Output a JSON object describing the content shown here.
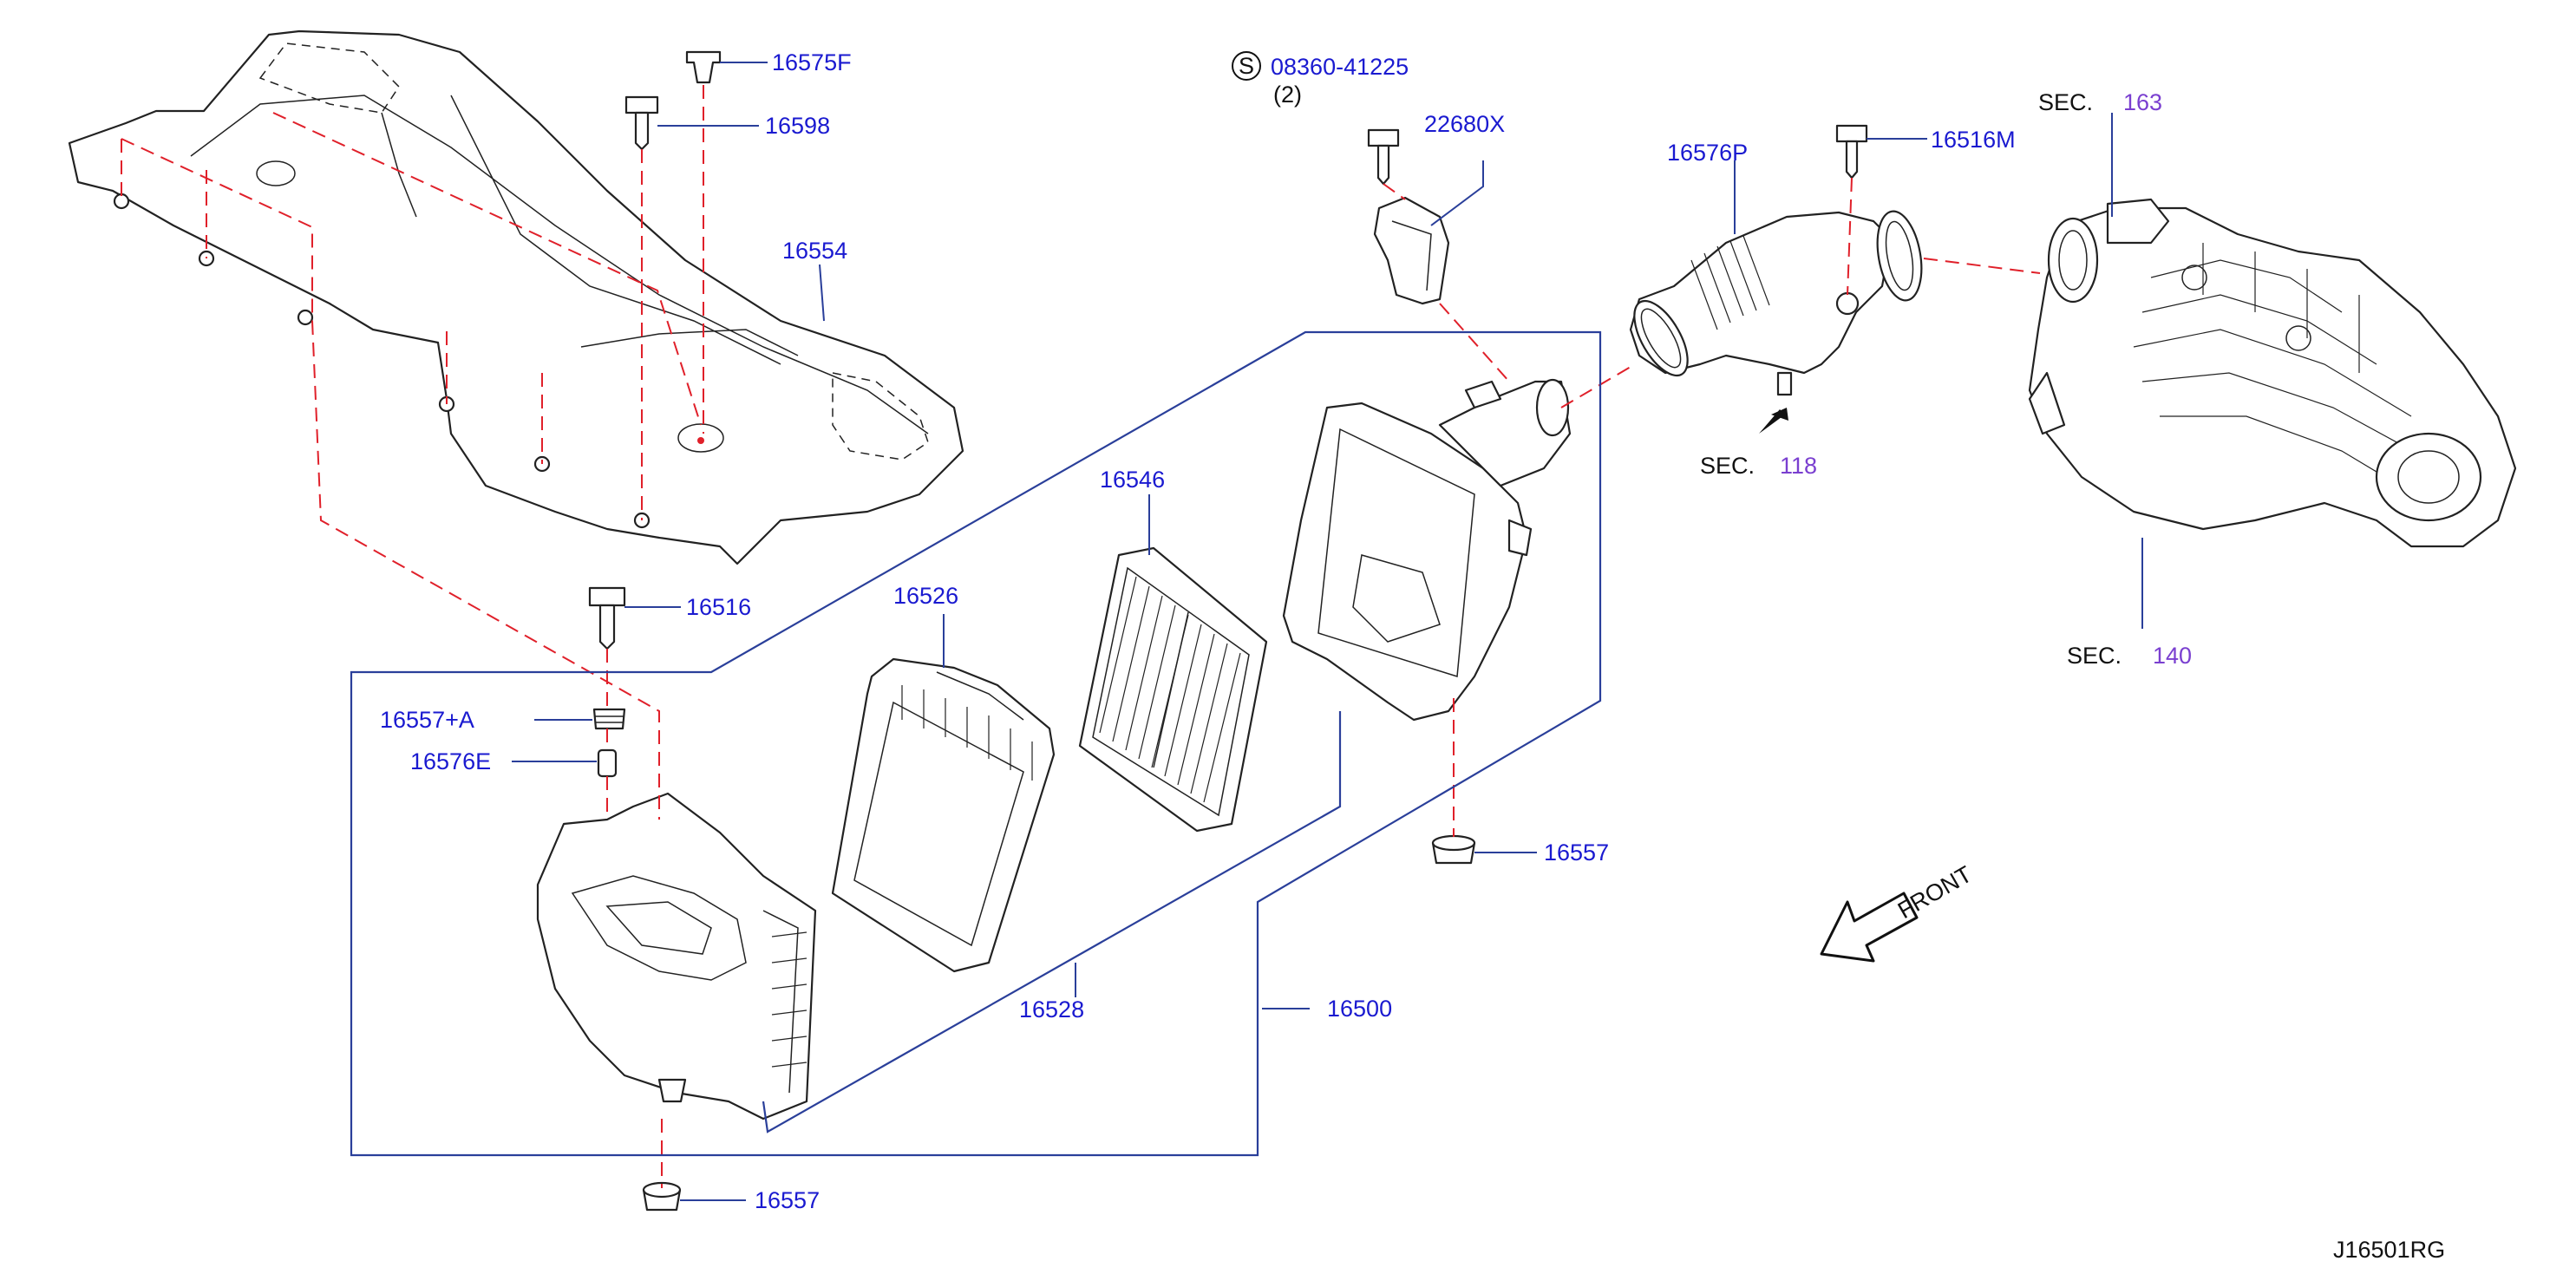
{
  "diagram": {
    "parts": {
      "p16575F": "16575F",
      "p16598": "16598",
      "p16554": "16554",
      "p08360": "08360-41225",
      "p08360_qty": "(2)",
      "p08360_symbol": "S",
      "p22680X": "22680X",
      "p16576P": "16576P",
      "p16516M": "16516M",
      "p16546": "16546",
      "p16526": "16526",
      "p16516": "16516",
      "p16557A": "16557+A",
      "p16576E": "16576E",
      "p16557_right": "16557",
      "p16557_bottom": "16557",
      "p16528": "16528",
      "p16500": "16500"
    },
    "sections": {
      "sec_label": "SEC.",
      "sec163": "163",
      "sec118": "118",
      "sec140": "140"
    },
    "front_label": "FRONT",
    "diagram_code": "J16501RG",
    "colors": {
      "part_number": "#1a1ad0",
      "section_number": "#7a3fd0",
      "dashed_line": "#e0202a",
      "leader_line": "#2a3f9a",
      "outline": "#222222"
    }
  }
}
